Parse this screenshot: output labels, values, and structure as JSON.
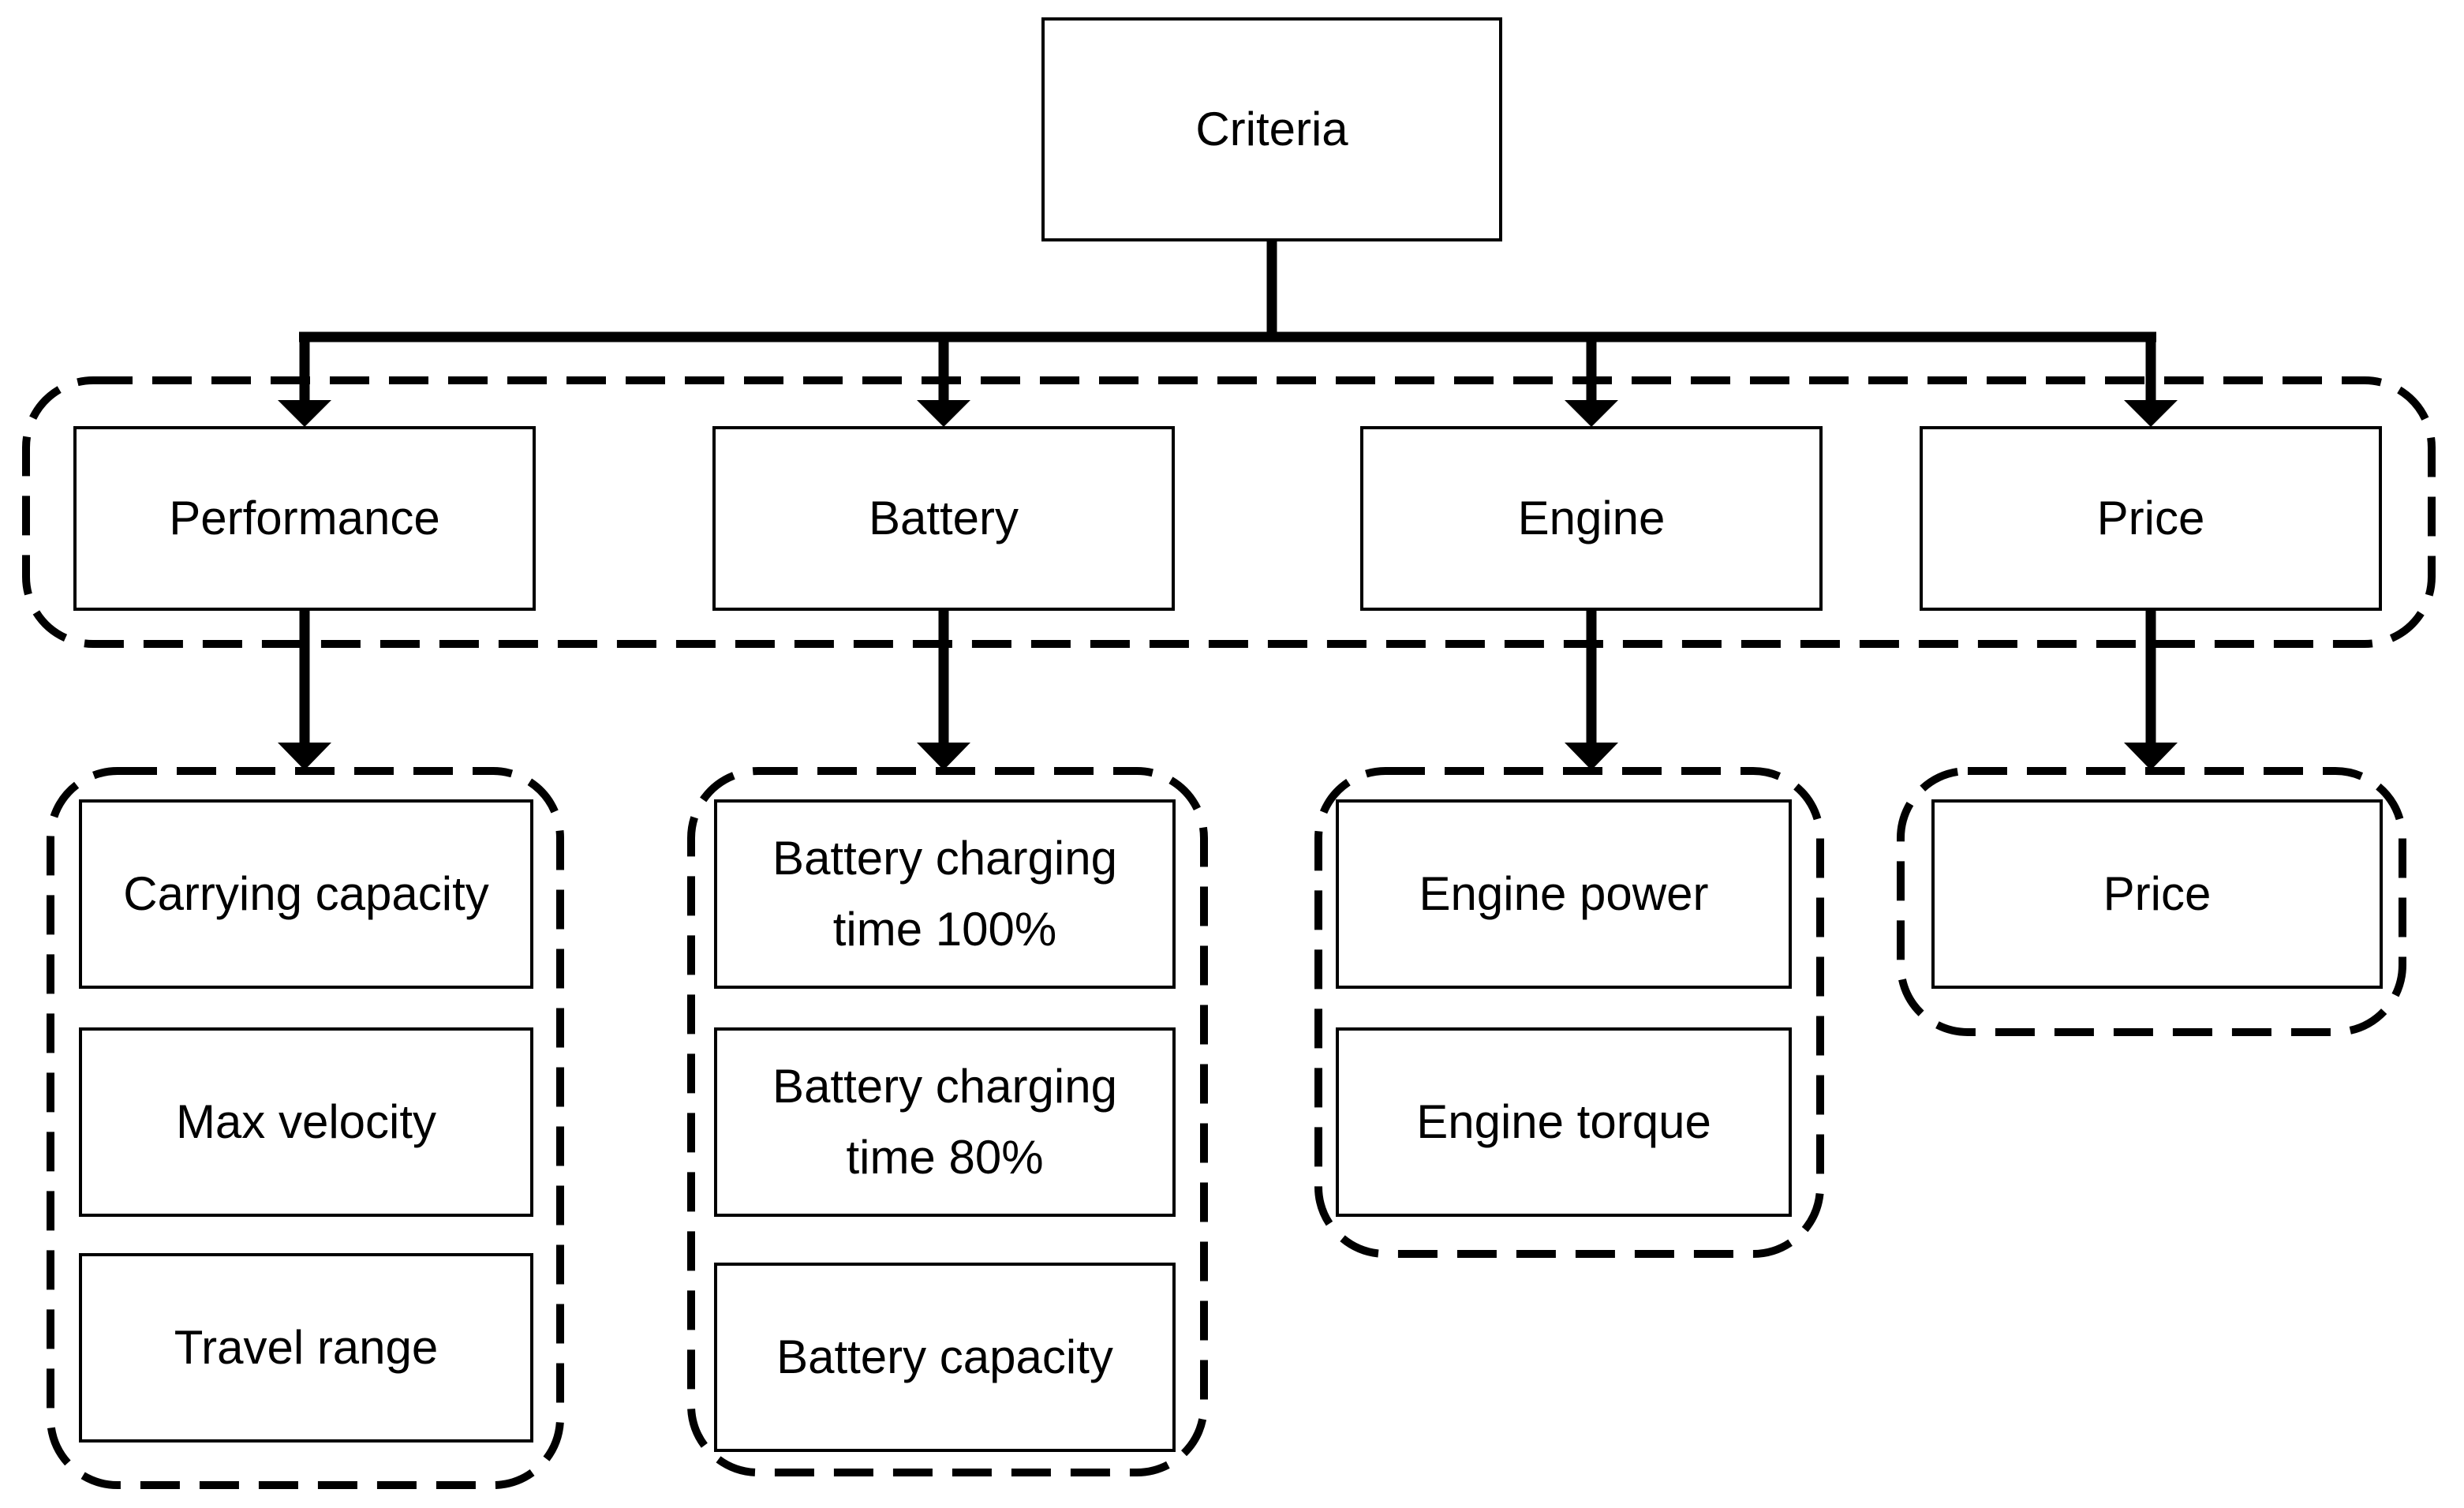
{
  "diagram": {
    "root_label": "Criteria",
    "groups": [
      {
        "label": "Performance",
        "children": [
          "Carrying capacity",
          "Max velocity",
          "Travel range"
        ]
      },
      {
        "label": "Battery",
        "children": [
          "Battery charging time 100%",
          "Battery charging time 80%",
          "Battery capacity"
        ]
      },
      {
        "label": "Engine",
        "children": [
          "Engine power",
          "Engine torque"
        ]
      },
      {
        "label": "Price",
        "children": [
          "Price"
        ]
      }
    ],
    "colors": {
      "line": "#000000",
      "background": "#ffffff"
    }
  }
}
